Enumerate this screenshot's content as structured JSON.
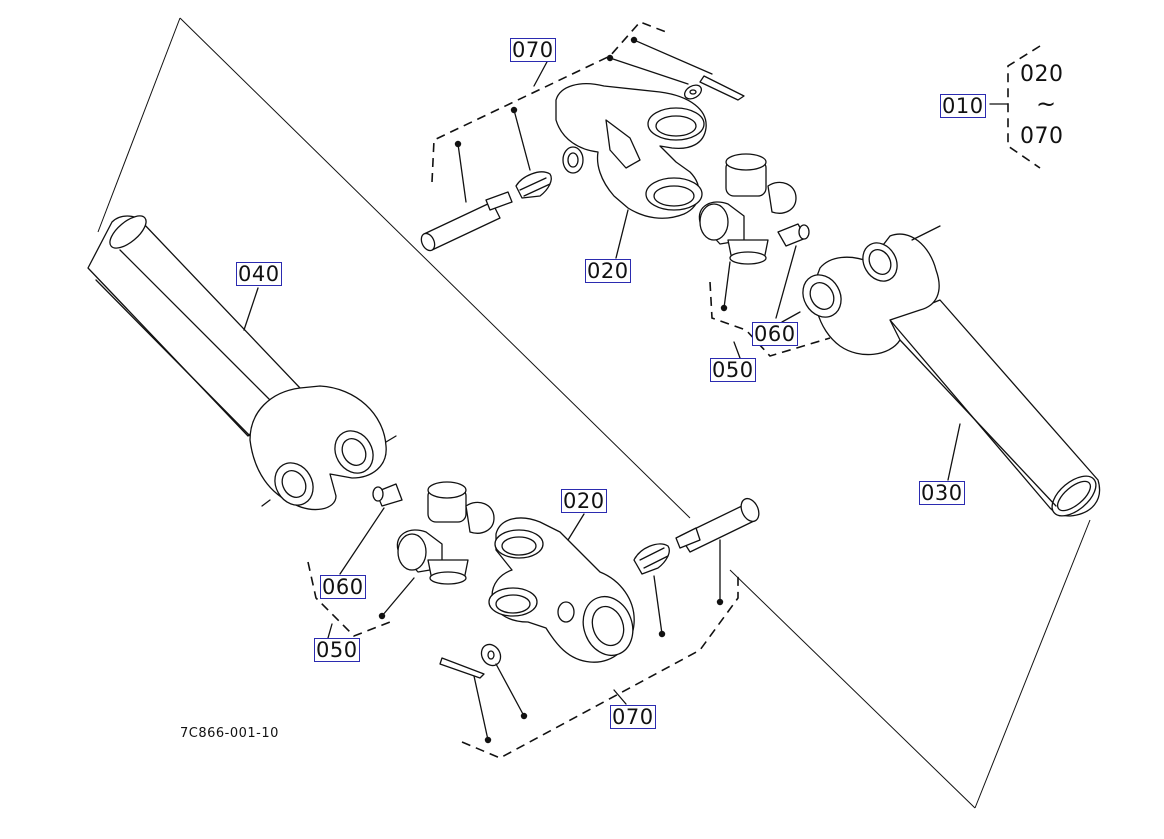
{
  "diagram_id": "7C866-001-10",
  "assembly_range": {
    "ref": "010",
    "from": "020",
    "separator": "~",
    "to": "070"
  },
  "callouts": {
    "c070_top": "070",
    "c020_top": "020",
    "c040": "040",
    "c060_top": "060",
    "c050_top": "050",
    "c030": "030",
    "c020_bottom": "020",
    "c060_bottom": "060",
    "c050_bottom": "050",
    "c070_bottom": "070"
  }
}
